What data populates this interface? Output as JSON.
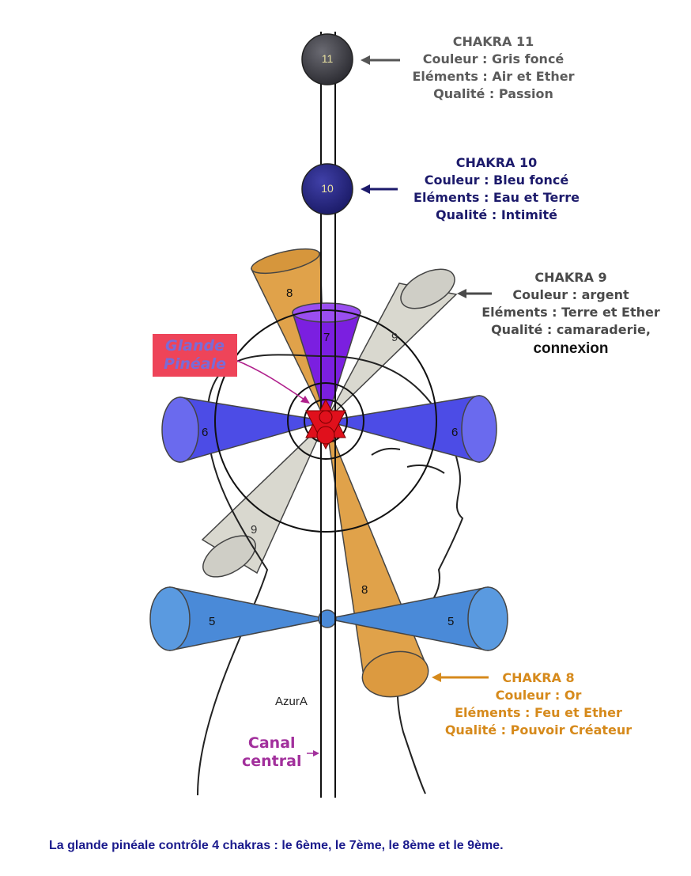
{
  "chakras": {
    "c11": {
      "number": "11",
      "title": "CHAKRA 11",
      "couleur": "Couleur : Gris foncé",
      "elements": "Eléments : Air et Ether",
      "qualite": "Qualité : Passion",
      "color": "#5b5b5b"
    },
    "c10": {
      "number": "10",
      "title": "CHAKRA 10",
      "couleur": "Couleur : Bleu foncé",
      "elements": "Eléments : Eau et Terre",
      "qualite": "Qualité : Intimité",
      "color": "#1c1a6b"
    },
    "c9": {
      "title": "CHAKRA 9",
      "couleur": "Couleur : argent",
      "elements": "Eléments : Terre et Ether",
      "qualite": "Qualité : camaraderie,",
      "qualite2": "connexion",
      "color": "#4a4a4a"
    },
    "c8": {
      "title": "CHAKRA 8",
      "couleur": "Couleur : Or",
      "elements": "Eléments : Feu et Ether",
      "qualite": "Qualité : Pouvoir Créateur",
      "color": "#d68a1c"
    }
  },
  "cones": {
    "c8_upper": "8",
    "c8_lower": "8",
    "c7": "7",
    "c9_upper": "9",
    "c9_lower": "9",
    "c6_left": "6",
    "c6_right": "6",
    "c5_left": "5",
    "c5_right": "5"
  },
  "labels": {
    "glande_line1": "Glande",
    "glande_line2": "Pinéale",
    "canal_line1": "Canal",
    "canal_line2": "central",
    "signature": "AzurA"
  },
  "caption": "La glande pinéale contrôle 4 chakras : le 6ème, le 7ème, le 8ème et le 9ème.",
  "colors": {
    "gold": "#e0a24a",
    "violet": "#7b1fe0",
    "blue6": "#4c4ce6",
    "blue5": "#4a8ad8",
    "silver": "#d9d8cf",
    "gray11": "#3c3c44",
    "navy10": "#2a2a80",
    "red": "#e0101c",
    "pink": "#ee4459",
    "magenta": "#a2309c",
    "caption": "#1a1a8c"
  },
  "icons": [
    "star-of-david-icon",
    "arrow-left-icon"
  ]
}
